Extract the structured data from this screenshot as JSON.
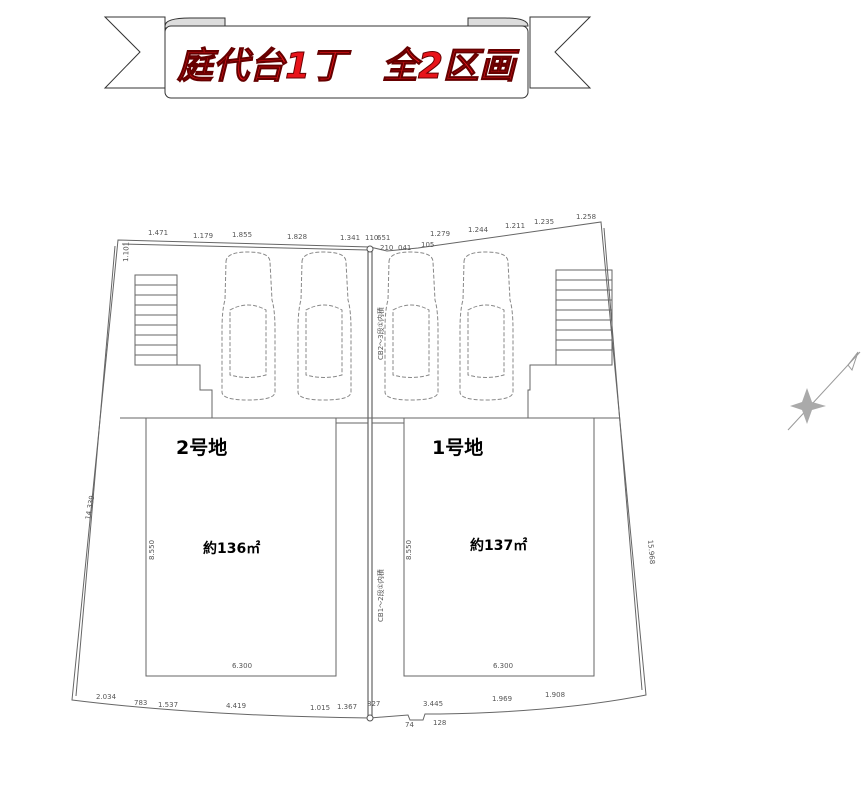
{
  "banner": {
    "title": "庭代台1丁　全2区画",
    "color": "#e8141a"
  },
  "lots": [
    {
      "name": "2号地",
      "area": "約136㎡",
      "depth": "8.550",
      "width": "6.300"
    },
    {
      "name": "1号地",
      "area": "約137㎡",
      "depth": "8.550",
      "width": "6.300"
    }
  ],
  "boundary_labels": {
    "left_side": "14.339",
    "right_side": "15.968",
    "top_left_corner": "1.101",
    "centerline_upper": "CB2～3段①内積",
    "centerline_lower": "CB1～2段①内積"
  },
  "top_dimensions": [
    "1.471",
    "1.179",
    "1.855",
    "1.828",
    "1.341",
    "110",
    "651",
    "210",
    "041",
    "105",
    "1.279",
    "1.244",
    "1.211",
    "1.235",
    "1.258"
  ],
  "bottom_dimensions": [
    "2.034",
    "783",
    "1.537",
    "4.419",
    "1.015",
    "1.367",
    "827",
    "3.445",
    "1.969",
    "1.908",
    "74",
    "128"
  ],
  "compass": {
    "icon": "north-arrow-icon"
  }
}
